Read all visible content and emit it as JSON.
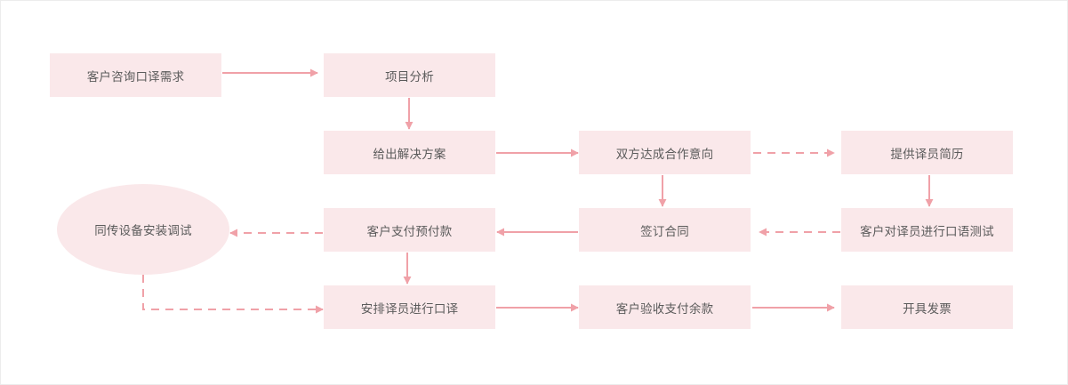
{
  "colors": {
    "node_fill": "#fae8ea",
    "arrow": "#f0a1a8",
    "text": "#5b5b5b"
  },
  "nodes": {
    "consult": "客户咨询口译需求",
    "analysis": "项目分析",
    "solution": "给出解决方案",
    "agreement": "双方达成合作意向",
    "resume": "提供译员简历",
    "test": "客户对译员进行口语测试",
    "contract": "签订合同",
    "prepay": "客户支付预付款",
    "equipment": "同传设备安装调试",
    "arrange": "安排译员进行口译",
    "balance": "客户验收支付余款",
    "invoice": "开具发票"
  }
}
